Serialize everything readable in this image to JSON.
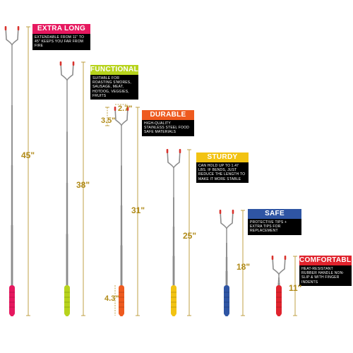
{
  "colors": {
    "pink": "#e6185f",
    "lime": "#b7d31c",
    "orange": "#ee5a1f",
    "gold": "#f2c312",
    "blue": "#2f55a4",
    "red": "#e0232d",
    "rod": "#8c8c8c",
    "text_measure": "#b08a18",
    "black": "#000000"
  },
  "features": [
    {
      "title": "EXTRA LONG",
      "description": "EXTENDABLE FROM 11\" TO 45\" KEEPS YOU FAR FROM FIRE",
      "color": "#e6185f"
    },
    {
      "title": "FUNCTIONAL",
      "description": "SUITABLE FOR ROASTING S'MORES, SAUSAGE, MEAT, HOTDOG, VEGGIES, FRUITS",
      "color": "#b7d31c"
    },
    {
      "title": "DURABLE",
      "description": "HIGH-QUALITY STAINLESS STEEL FOOD SAFE MATERIALS",
      "color": "#ee5a1f"
    },
    {
      "title": "STURDY",
      "description": "CAN HOLD UP TO 1.47 LBS. IF BENDS, JUST REDUCE THE LENGTH TO MAKE IT MORE STABLE",
      "color": "#f2c312"
    },
    {
      "title": "SAFE",
      "description": "PROTECTIVE TIPS + EXTRA TIPS FOR REPLACEMENT",
      "color": "#2f55a4"
    },
    {
      "title": "COMFORTABLE",
      "description": "HEAT-RESISTANT RUBBER HANDLE NON-SLIP & WITH FINGER INDENTS",
      "color": "#e0232d"
    }
  ],
  "sticks": [
    {
      "length_label": "45\"",
      "handle_color": "#e6185f"
    },
    {
      "length_label": "38\"",
      "handle_color": "#b7d31c"
    },
    {
      "length_label": "31\"",
      "handle_color": "#ee5a1f"
    },
    {
      "length_label": "25\"",
      "handle_color": "#f2c312"
    },
    {
      "length_label": "18\"",
      "handle_color": "#2f55a4"
    },
    {
      "length_label": "11\"",
      "handle_color": "#e0232d"
    }
  ],
  "dimensions": {
    "fork_width": "2.7\"",
    "fork_height": "3.5\"",
    "handle_length": "4.3\""
  }
}
